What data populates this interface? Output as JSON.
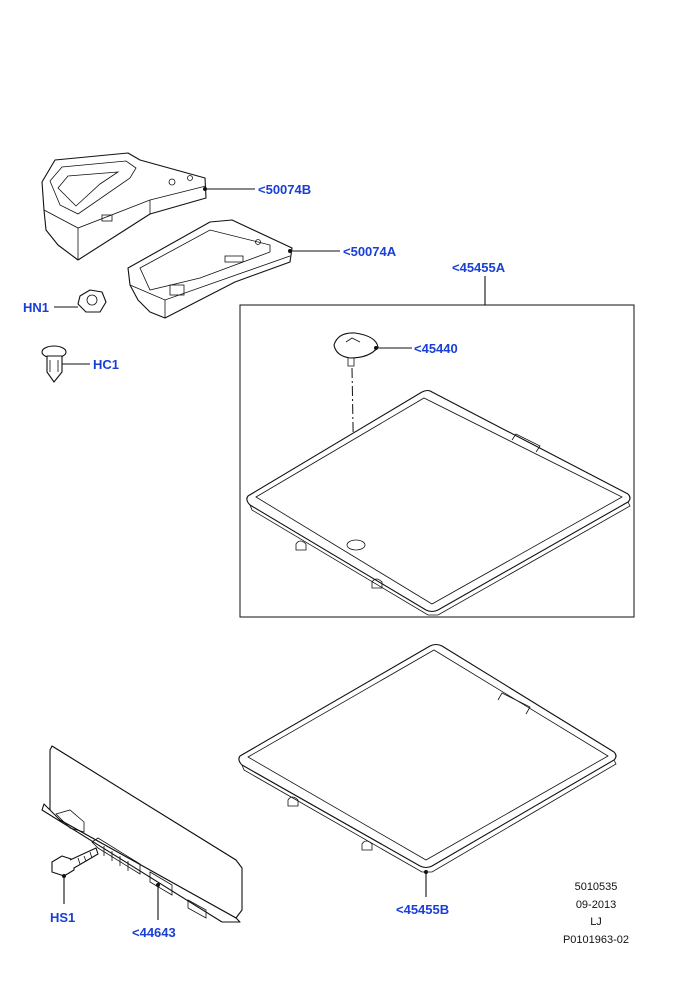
{
  "labels": {
    "p50074B": "<50074B",
    "p50074A": "<50074A",
    "p45455A": "<45455A",
    "p45440": "<45440",
    "HN1": "HN1",
    "HC1": "HC1",
    "p45455B": "<45455B",
    "HS1": "HS1",
    "p44643": "<44643"
  },
  "meta": {
    "line1": "5010535",
    "line2": "09-2013",
    "line3": "LJ",
    "line4": "P0101963-02"
  },
  "colors": {
    "label": "#1a3fd6",
    "line": "#111111"
  }
}
